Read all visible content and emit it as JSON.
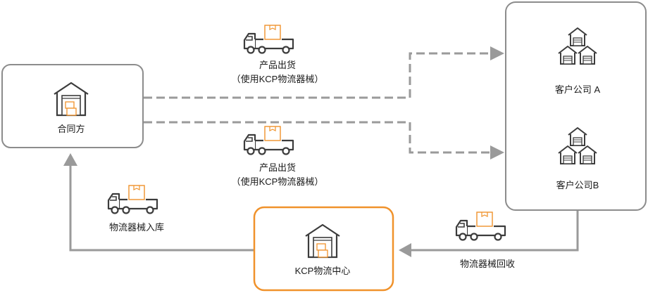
{
  "colors": {
    "box_border": "#8c8c8c",
    "center_border": "#f0922b",
    "connector": "#9a9a9a",
    "icon_stroke": "#3c3c3c",
    "icon_accent": "#f0922b"
  },
  "nodes": {
    "contract": {
      "label": "合同方",
      "icon": "warehouse-icon"
    },
    "customer_a": {
      "label": "客户公司 A",
      "icon": "warehouse-cluster-icon"
    },
    "customer_b": {
      "label": "客户公司B",
      "icon": "warehouse-cluster-icon"
    },
    "kcp_center": {
      "label": "KCP物流中心",
      "icon": "warehouse-icon"
    }
  },
  "edges": {
    "ship_to_a": {
      "line1": "产品出货",
      "line2": "（使用KCP物流器械）",
      "style": "dashed",
      "icon": "delivery-truck-icon"
    },
    "ship_to_b": {
      "line1": "产品出货",
      "line2": "（使用KCP物流器械）",
      "style": "dashed",
      "icon": "delivery-truck-icon"
    },
    "return_equipment": {
      "label": "物流器械回收",
      "style": "solid",
      "icon": "delivery-truck-icon"
    },
    "equipment_inbound": {
      "label": "物流器械入库",
      "style": "solid",
      "icon": "delivery-truck-icon"
    }
  }
}
